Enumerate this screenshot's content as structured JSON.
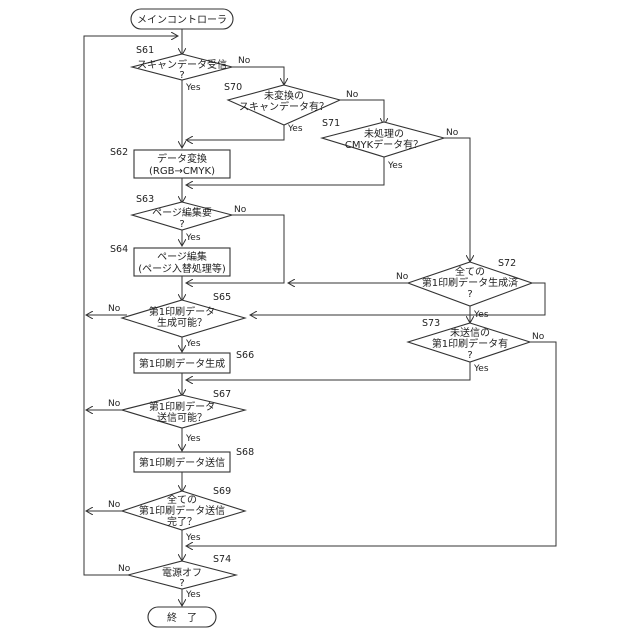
{
  "flowchart": {
    "start": "メインコントローラ",
    "end": "終　了",
    "yes": "Yes",
    "no": "No",
    "steps": {
      "s61": {
        "id": "S61",
        "line1": "スキャンデータ受信",
        "line2": "?"
      },
      "s70": {
        "id": "S70",
        "line1": "未変換の",
        "line2": "スキャンデータ有？"
      },
      "s71": {
        "id": "S71",
        "line1": "未処理の",
        "line2": "CMYKデータ有？"
      },
      "s62": {
        "id": "S62",
        "line1": "データ変換",
        "line2": "(RGB→CMYK)"
      },
      "s63": {
        "id": "S63",
        "line1": "ページ編集要",
        "line2": "?"
      },
      "s64": {
        "id": "S64",
        "line1": "ページ編集",
        "line2": "(ページ入替処理等)"
      },
      "s72": {
        "id": "S72",
        "line1": "全ての",
        "line2": "第1印刷データ生成済",
        "line3": "?"
      },
      "s65": {
        "id": "S65",
        "line1": "第1印刷データ",
        "line2": "生成可能？"
      },
      "s73": {
        "id": "S73",
        "line1": "未送信の",
        "line2": "第1印刷データ有",
        "line3": "?"
      },
      "s66": {
        "id": "S66",
        "line1": "第1印刷データ生成"
      },
      "s67": {
        "id": "S67",
        "line1": "第1印刷データ",
        "line2": "送信可能？"
      },
      "s68": {
        "id": "S68",
        "line1": "第1印刷データ送信"
      },
      "s69": {
        "id": "S69",
        "line1": "全ての",
        "line2": "第1印刷データ送信",
        "line3": "完了？"
      },
      "s74": {
        "id": "S74",
        "line1": "電源オフ",
        "line2": "?"
      }
    }
  }
}
